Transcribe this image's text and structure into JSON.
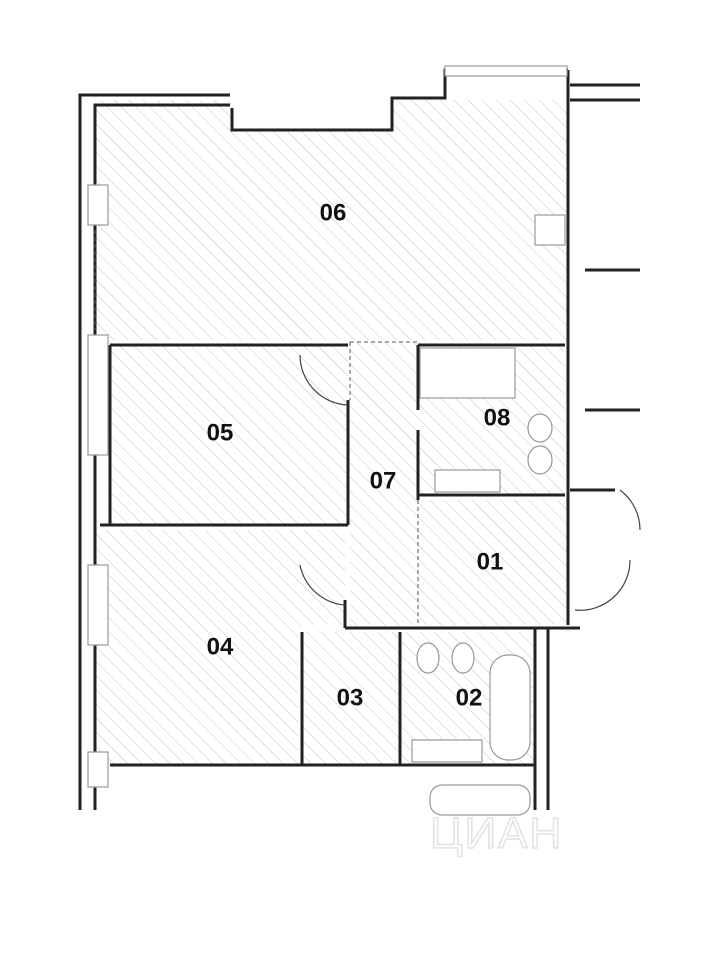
{
  "rooms": [
    {
      "id": "06",
      "label": "06"
    },
    {
      "id": "05",
      "label": "05"
    },
    {
      "id": "04",
      "label": "04"
    },
    {
      "id": "07",
      "label": "07"
    },
    {
      "id": "08",
      "label": "08"
    },
    {
      "id": "01",
      "label": "01"
    },
    {
      "id": "03",
      "label": "03"
    },
    {
      "id": "02",
      "label": "02"
    }
  ],
  "watermark": "ЦИАН",
  "colors": {
    "wall": "#222222",
    "hatch": "#bdbdbd"
  }
}
